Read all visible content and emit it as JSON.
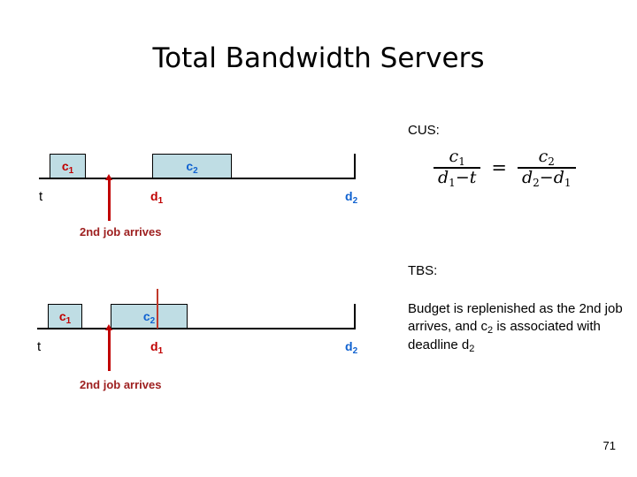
{
  "slide": {
    "title": "Total Bandwidth Servers",
    "page_number": "71"
  },
  "colors": {
    "box_fill": "#bfdde4",
    "box_border": "#000000",
    "c1_text": "#c00000",
    "c2_text": "#1062d0",
    "d1_text": "#c00000",
    "d2_text": "#1062d0",
    "arrow": "#c00000",
    "caption": "#9e2020",
    "axis": "#000000"
  },
  "cus": {
    "label": "CUS:",
    "formula": {
      "left": {
        "numerator": "c",
        "numerator_sub": "1",
        "denominator": "d",
        "denominator_sub": "1",
        "denominator_rest": "−t"
      },
      "operator": "=",
      "right": {
        "numerator": "c",
        "numerator_sub": "2",
        "denominator": "d",
        "denominator_sub": "2",
        "denominator_rest": "−d",
        "denominator_rest_sub": "1"
      }
    },
    "diagram": {
      "t_label": "t",
      "arrive_caption": "2nd job arrives",
      "boxes": [
        {
          "name": "c1",
          "label": "c",
          "sub": "1",
          "color": "#c00000"
        },
        {
          "name": "c2",
          "label": "c",
          "sub": "2",
          "color": "#1062d0"
        }
      ],
      "ticks": [
        {
          "name": "d1",
          "label": "d",
          "sub": "1",
          "color": "#c00000"
        },
        {
          "name": "d2",
          "label": "d",
          "sub": "2",
          "color": "#1062d0"
        }
      ]
    }
  },
  "tbs": {
    "label": "TBS:",
    "note": "Budget is replenished as the 2nd job arrives, and c",
    "note_sub": "2",
    "note_cont": " is associated with deadline d",
    "note_sub2": "2",
    "diagram": {
      "t_label": "t",
      "arrive_caption": "2nd job arrives",
      "boxes": [
        {
          "name": "c1",
          "label": "c",
          "sub": "1",
          "color": "#c00000"
        },
        {
          "name": "c2",
          "label": "c",
          "sub": "2",
          "color": "#1062d0"
        }
      ],
      "ticks": [
        {
          "name": "d1",
          "label": "d",
          "sub": "1",
          "color": "#c00000"
        },
        {
          "name": "d2",
          "label": "d",
          "sub": "2",
          "color": "#1062d0"
        }
      ]
    }
  }
}
